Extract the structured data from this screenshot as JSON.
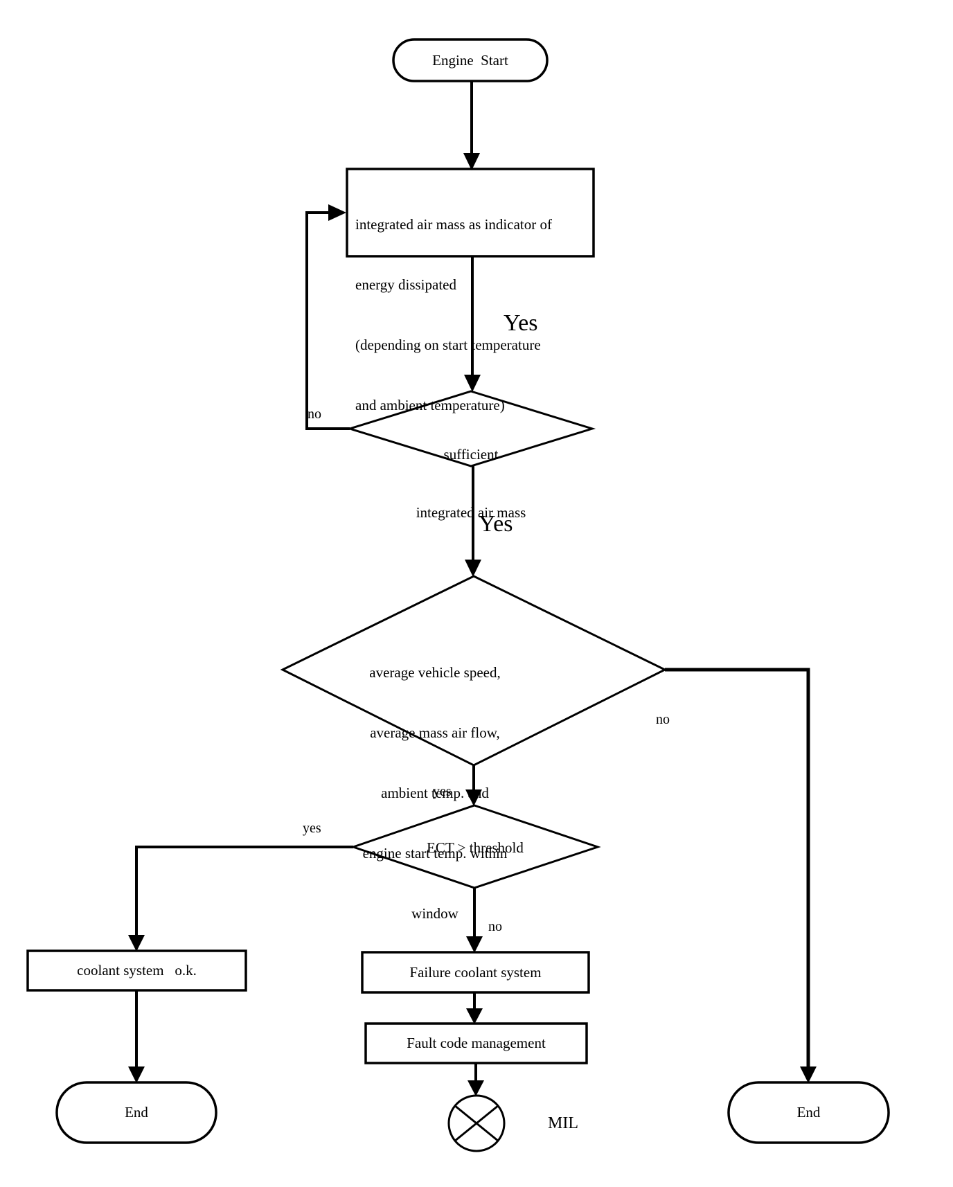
{
  "figure": {
    "background_color": "#ffffff",
    "line_color": "#000000",
    "nodes": {
      "engine_start": {
        "label": "Engine  Start"
      },
      "air_mass_process": {
        "lines": [
          "integrated air mass as indicator of",
          "energy dissipated",
          "(depending on start temperature",
          "and ambient temperature)"
        ]
      },
      "sufficient_air_mass": {
        "lines": [
          "sufficient",
          "integrated air mass"
        ]
      },
      "operating_window": {
        "lines": [
          "average vehicle speed,",
          "average mass air flow,",
          "ambient temp. and",
          "engine start temp. within",
          "window"
        ]
      },
      "ect_threshold": {
        "label": "ECT > threshold"
      },
      "coolant_ok": {
        "label": "coolant system   o.k."
      },
      "failure_coolant": {
        "label": "Failure coolant system"
      },
      "fault_code": {
        "label": "Fault code management"
      },
      "end_left": {
        "label": "End"
      },
      "end_right": {
        "label": "End"
      },
      "mil": {
        "label": "MIL"
      }
    },
    "edge_labels": {
      "process_to_decision1": "Yes",
      "decision1_no_loop": "no",
      "decision1_to_decision2": "Yes",
      "decision2_to_decision3": "yes",
      "decision2_no_right": "no",
      "decision3_yes_left": "yes",
      "decision3_no_down": "no"
    }
  }
}
